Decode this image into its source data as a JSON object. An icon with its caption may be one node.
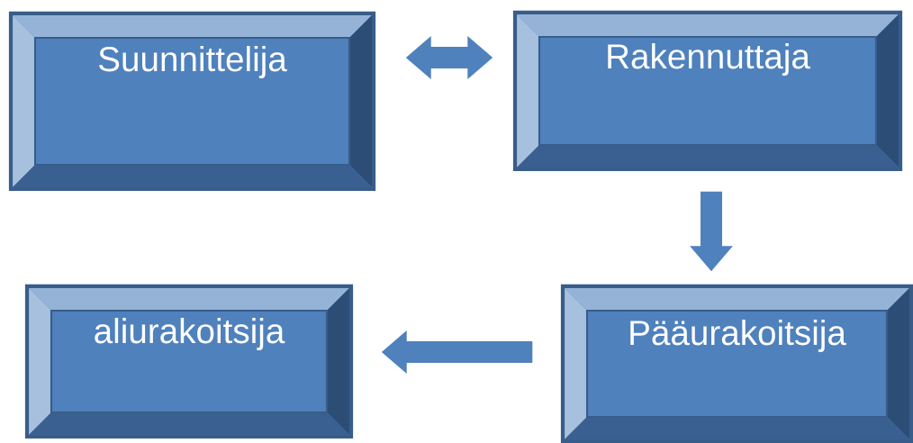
{
  "diagram": {
    "nodes": [
      {
        "text": [
          "Suunnittelija"
        ]
      },
      {
        "text": [
          "Rakennuttaja"
        ]
      },
      {
        "text": [
          "Pääurakoitsija"
        ]
      },
      {
        "text": [
          "aliurakoitsija"
        ]
      }
    ],
    "edges": [
      {
        "from": 0,
        "to": 1,
        "arrow": "both"
      },
      {
        "from": 1,
        "to": 2,
        "arrow": "to"
      },
      {
        "from": 2,
        "to": 3,
        "arrow": "to"
      }
    ]
  }
}
